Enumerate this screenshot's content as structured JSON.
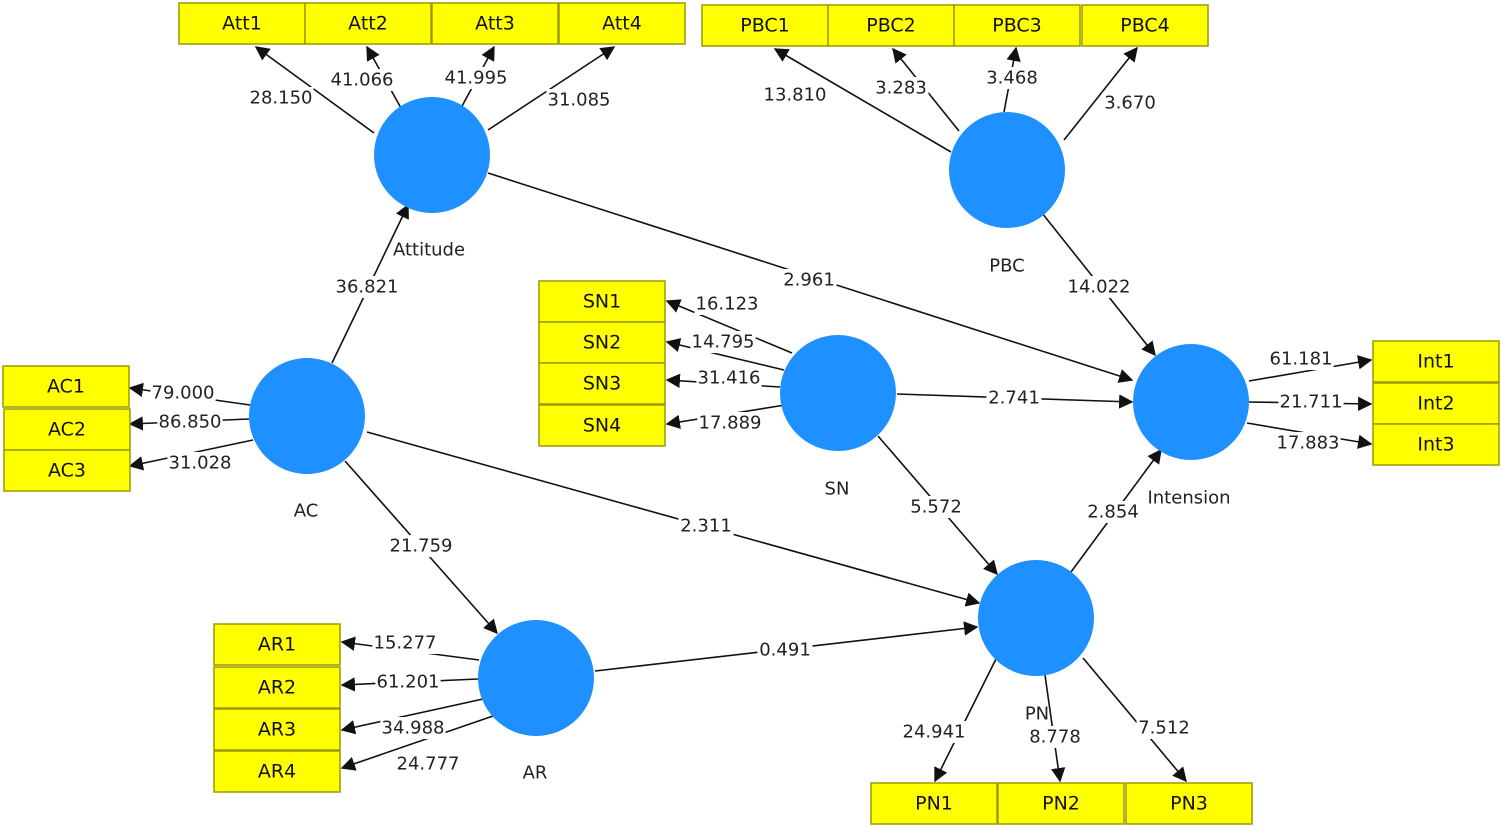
{
  "colors": {
    "box_fill": "#FFFF00",
    "box_stroke": "#9A9A00",
    "latent_fill": "#1E90FF"
  },
  "latent_variables": [
    {
      "id": "Attitude",
      "label": "Attitude"
    },
    {
      "id": "PBC",
      "label": "PBC"
    },
    {
      "id": "AC",
      "label": "AC"
    },
    {
      "id": "SN",
      "label": "SN"
    },
    {
      "id": "Intension",
      "label": "Intension"
    },
    {
      "id": "AR",
      "label": "AR"
    },
    {
      "id": "PN",
      "label": "PN"
    }
  ],
  "indicators": [
    {
      "id": "Att1",
      "label": "Att1"
    },
    {
      "id": "Att2",
      "label": "Att2"
    },
    {
      "id": "Att3",
      "label": "Att3"
    },
    {
      "id": "Att4",
      "label": "Att4"
    },
    {
      "id": "PBC1",
      "label": "PBC1"
    },
    {
      "id": "PBC2",
      "label": "PBC2"
    },
    {
      "id": "PBC3",
      "label": "PBC3"
    },
    {
      "id": "PBC4",
      "label": "PBC4"
    },
    {
      "id": "SN1",
      "label": "SN1"
    },
    {
      "id": "SN2",
      "label": "SN2"
    },
    {
      "id": "SN3",
      "label": "SN3"
    },
    {
      "id": "SN4",
      "label": "SN4"
    },
    {
      "id": "AC1",
      "label": "AC1"
    },
    {
      "id": "AC2",
      "label": "AC2"
    },
    {
      "id": "AC3",
      "label": "AC3"
    },
    {
      "id": "AR1",
      "label": "AR1"
    },
    {
      "id": "AR2",
      "label": "AR2"
    },
    {
      "id": "AR3",
      "label": "AR3"
    },
    {
      "id": "AR4",
      "label": "AR4"
    },
    {
      "id": "Int1",
      "label": "Int1"
    },
    {
      "id": "Int2",
      "label": "Int2"
    },
    {
      "id": "Int3",
      "label": "Int3"
    },
    {
      "id": "PN1",
      "label": "PN1"
    },
    {
      "id": "PN2",
      "label": "PN2"
    },
    {
      "id": "PN3",
      "label": "PN3"
    }
  ],
  "outer_loadings": [
    {
      "from": "Attitude",
      "to": "Att1",
      "value": "28.150"
    },
    {
      "from": "Attitude",
      "to": "Att2",
      "value": "41.066"
    },
    {
      "from": "Attitude",
      "to": "Att3",
      "value": "41.995"
    },
    {
      "from": "Attitude",
      "to": "Att4",
      "value": "31.085"
    },
    {
      "from": "PBC",
      "to": "PBC1",
      "value": "13.810"
    },
    {
      "from": "PBC",
      "to": "PBC2",
      "value": "3.283"
    },
    {
      "from": "PBC",
      "to": "PBC3",
      "value": "3.468"
    },
    {
      "from": "PBC",
      "to": "PBC4",
      "value": "3.670"
    },
    {
      "from": "SN",
      "to": "SN1",
      "value": "16.123"
    },
    {
      "from": "SN",
      "to": "SN2",
      "value": "14.795"
    },
    {
      "from": "SN",
      "to": "SN3",
      "value": "31.416"
    },
    {
      "from": "SN",
      "to": "SN4",
      "value": "17.889"
    },
    {
      "from": "AC",
      "to": "AC1",
      "value": "79.000"
    },
    {
      "from": "AC",
      "to": "AC2",
      "value": "86.850"
    },
    {
      "from": "AC",
      "to": "AC3",
      "value": "31.028"
    },
    {
      "from": "AR",
      "to": "AR1",
      "value": "15.277"
    },
    {
      "from": "AR",
      "to": "AR2",
      "value": "61.201"
    },
    {
      "from": "AR",
      "to": "AR3",
      "value": "34.988"
    },
    {
      "from": "AR",
      "to": "AR4",
      "value": "24.777"
    },
    {
      "from": "Intension",
      "to": "Int1",
      "value": "61.181"
    },
    {
      "from": "Intension",
      "to": "Int2",
      "value": "21.711"
    },
    {
      "from": "Intension",
      "to": "Int3",
      "value": "17.883"
    },
    {
      "from": "PN",
      "to": "PN1",
      "value": "24.941"
    },
    {
      "from": "PN",
      "to": "PN2",
      "value": "8.778"
    },
    {
      "from": "PN",
      "to": "PN3",
      "value": "7.512"
    }
  ],
  "paths": [
    {
      "from": "AC",
      "to": "Attitude",
      "value": "36.821"
    },
    {
      "from": "Attitude",
      "to": "Intension",
      "value": "2.961"
    },
    {
      "from": "PBC",
      "to": "Intension",
      "value": "14.022"
    },
    {
      "from": "SN",
      "to": "Intension",
      "value": "2.741"
    },
    {
      "from": "SN",
      "to": "PN",
      "value": "5.572"
    },
    {
      "from": "PN",
      "to": "Intension",
      "value": "2.854"
    },
    {
      "from": "AC",
      "to": "PN",
      "value": "2.311"
    },
    {
      "from": "AC",
      "to": "AR",
      "value": "21.759"
    },
    {
      "from": "AR",
      "to": "PN",
      "value": "0.491"
    }
  ]
}
